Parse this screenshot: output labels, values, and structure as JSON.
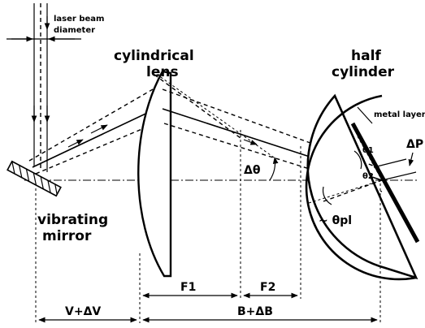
{
  "labels": {
    "laser_beam_diameter_1": "laser beam",
    "laser_beam_diameter_2": "diameter",
    "cylindrical_lens_1": "cylindrical",
    "cylindrical_lens_2": "lens",
    "half_cylinder_1": "half",
    "half_cylinder_2": "cylinder",
    "metal_layer": "metal layer",
    "delta_p": "ΔP",
    "theta1": "θ1",
    "theta2": "θ2",
    "delta_theta": "Δθ",
    "theta_pl": "~ θpl",
    "vibrating_mirror_1": "vibrating",
    "vibrating_mirror_2": "mirror",
    "f1": "F1",
    "f2": "F2",
    "v_dv": "V+ΔV",
    "b_db": "B+ΔB"
  }
}
